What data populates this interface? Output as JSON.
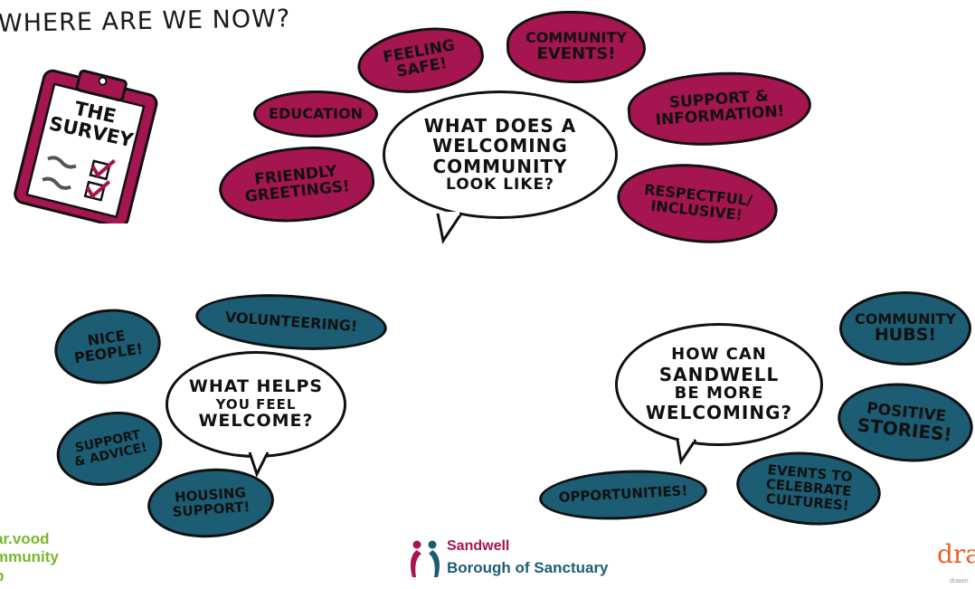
{
  "title": "WHERE ARE WE NOW?",
  "clipboard": {
    "heading_line1": "THE",
    "heading_line2": "SURVEY"
  },
  "colors": {
    "magenta": "#a5154f",
    "teal": "#1c5d74",
    "logo_green": "#76b82a",
    "logo_orange": "#e8612c"
  },
  "section1": {
    "question": [
      "WHAT DOES A",
      "WELCOMING",
      "COMMUNITY",
      "LOOK LIKE?"
    ],
    "answers": {
      "feeling_safe": [
        "FEELING",
        "SAFE!"
      ],
      "community_events": [
        "COMMUNITY",
        "EVENTS!"
      ],
      "education": [
        "EDUCATION"
      ],
      "support_information": [
        "SUPPORT &",
        "INFORMATION!"
      ],
      "friendly_greetings": [
        "FRIENDLY",
        "GREETINGS!"
      ],
      "respectful_inclusive": [
        "RESPECTFUL/",
        "INCLUSIVE!"
      ]
    }
  },
  "section2": {
    "question": [
      "WHAT HELPS",
      "YOU FEEL",
      "WELCOME?"
    ],
    "answers": {
      "nice_people": [
        "NICE",
        "PEOPLE!"
      ],
      "volunteering": [
        "VOLUNTEERING!"
      ],
      "support_advice": [
        "SUPPORT",
        "& ADVICE!"
      ],
      "housing_support": [
        "HOUSING",
        "SUPPORT!"
      ]
    }
  },
  "section3": {
    "question": [
      "HOW CAN",
      "SANDWELL",
      "BE MORE",
      "WELCOMING?"
    ],
    "answers": {
      "community_hubs": [
        "COMMUNITY",
        "HUBS!"
      ],
      "positive_stories": [
        "POSITIVE",
        "STORIES!"
      ],
      "opportunities": [
        "OPPORTUNITIES!"
      ],
      "events_cultures": [
        "EVENTS TO",
        "CELEBRATE",
        "CULTURES!"
      ]
    }
  },
  "logos": {
    "community_hub": [
      "ar.vood",
      "mmunity",
      "b"
    ],
    "sandwell_name": "Sandwell",
    "sandwell_sub": "Borough of Sanctuary",
    "draw": "draw",
    "draw_small": "drawin"
  }
}
